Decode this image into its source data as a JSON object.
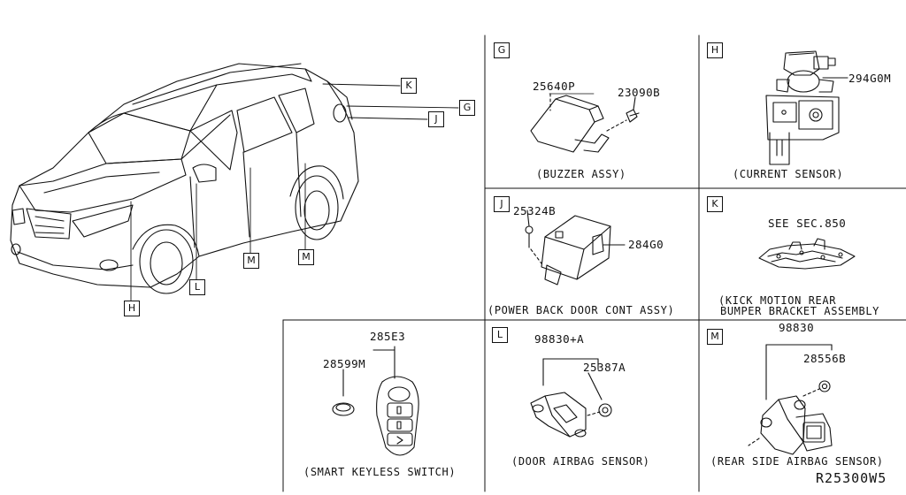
{
  "callouts": {
    "h": "H",
    "l": "L",
    "m1": "M",
    "m2": "M",
    "k": "K",
    "g": "G",
    "j": "J"
  },
  "panels": {
    "g": {
      "tag": "G",
      "parts": [
        "25640P",
        "23090B"
      ],
      "caption": "(BUZZER ASSY)"
    },
    "h": {
      "tag": "H",
      "parts": [
        "294G0M"
      ],
      "caption": "(CURRENT SENSOR)"
    },
    "j": {
      "tag": "J",
      "parts": [
        "25324B",
        "284G0"
      ],
      "caption": "(POWER BACK DOOR CONT ASSY)"
    },
    "k": {
      "tag": "K",
      "note": "SEE SEC.850",
      "caption_lines": [
        "(KICK MOTION REAR",
        "BUMPER BRACKET ASSEMBLY"
      ]
    },
    "keyless": {
      "parts": [
        "285E3",
        "28599M"
      ],
      "caption": "(SMART KEYLESS SWITCH)"
    },
    "l": {
      "tag": "L",
      "parts": [
        "98830+A",
        "25387A"
      ],
      "caption": "(DOOR AIRBAG SENSOR)"
    },
    "m": {
      "tag": "M",
      "parts": [
        "98830",
        "28556B"
      ],
      "caption": "(REAR SIDE AIRBAG SENSOR)"
    }
  },
  "reference": "R25300W5"
}
